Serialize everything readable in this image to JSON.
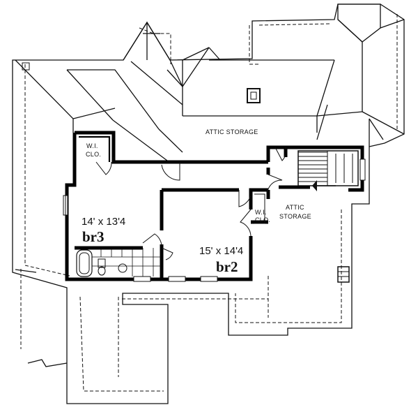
{
  "plan": {
    "labels": {
      "attic_storage_main": "ATTIC STORAGE",
      "attic_storage_side_1": "ATTIC",
      "attic_storage_side_2": "STORAGE",
      "wic_left_1": "W.I.",
      "wic_left_2": "CLO.",
      "wic_right_1": "W.I.",
      "wic_right_2": "CLO.",
      "br3_dim": "14' x 13'4",
      "br3_name": "br3",
      "br2_dim": "15' x 14'4",
      "br2_name": "br2"
    }
  }
}
